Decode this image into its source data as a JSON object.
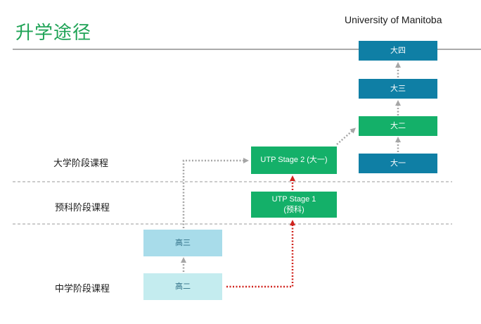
{
  "header": {
    "title": "升学途径",
    "university": "University of Manitoba"
  },
  "rows": {
    "university": "大学阶段课程",
    "foundation": "预科阶段课程",
    "highschool": "中学阶段课程"
  },
  "boxes": {
    "year4": "大四",
    "year3": "大三",
    "year2": "大二",
    "year1": "大一",
    "utp2": "UTP Stage 2 (大一)",
    "utp1_line1": "UTP Stage 1",
    "utp1_line2": "(预科)",
    "grade12": "高三",
    "grade11": "高二"
  },
  "colors": {
    "title_green": "#1fa356",
    "blue": "#0f7fa5",
    "green": "#14b069",
    "light_blue": "#a8dcea",
    "light_cyan": "#c4ecef",
    "gray_arrow": "#a6a6a6",
    "red_arrow": "#d0231d"
  }
}
